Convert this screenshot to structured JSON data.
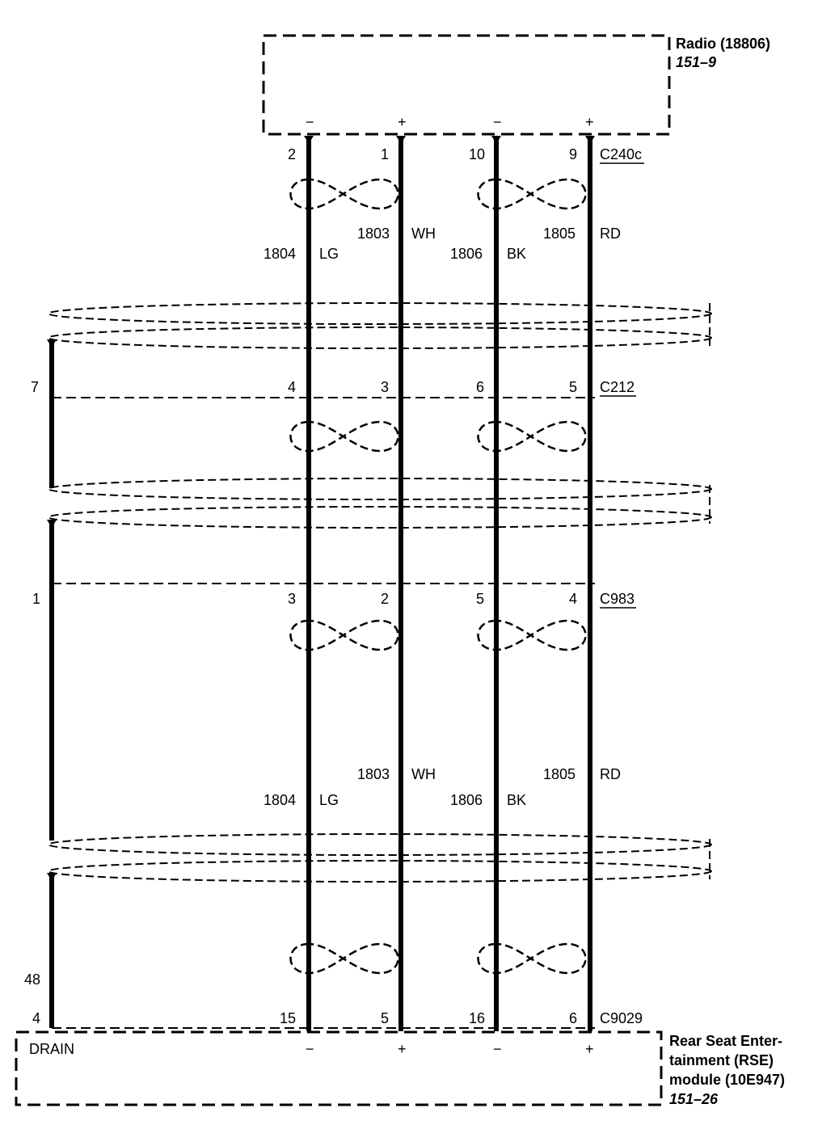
{
  "radio": {
    "name": "Radio (18806)",
    "ref": "151–9",
    "pin_signs": [
      "−",
      "+",
      "−",
      "+"
    ]
  },
  "rse": {
    "name_lines": [
      "Rear Seat Enter-",
      "tainment (RSE)",
      "module (10E947)"
    ],
    "ref": "151–26",
    "drain": "DRAIN",
    "pin_signs": [
      "−",
      "+",
      "−",
      "+"
    ]
  },
  "connectors": {
    "c240c": {
      "name": "C240c",
      "pins": [
        "2",
        "1",
        "10",
        "9"
      ]
    },
    "c212": {
      "name": "C212",
      "pins": [
        "4",
        "3",
        "6",
        "5"
      ],
      "drain_pin": "7"
    },
    "c983": {
      "name": "C983",
      "pins": [
        "3",
        "2",
        "5",
        "4"
      ],
      "drain_pin": "1"
    },
    "c9029": {
      "name": "C9029",
      "pins": [
        "15",
        "5",
        "16",
        "6"
      ],
      "drain_pin": "4",
      "drain_splice": "48"
    }
  },
  "wires": [
    {
      "circuit": "1804",
      "color": "LG"
    },
    {
      "circuit": "1803",
      "color": "WH"
    },
    {
      "circuit": "1806",
      "color": "BK"
    },
    {
      "circuit": "1805",
      "color": "RD"
    }
  ]
}
